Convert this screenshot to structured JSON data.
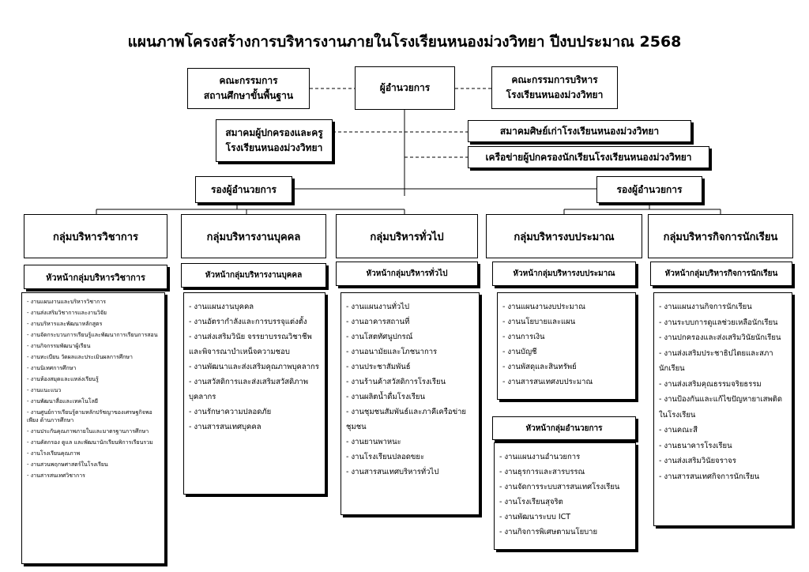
{
  "title": "แผนภาพโครงสร้างการบริหารงานภายในโรงเรียนหนองม่วงวิทยา ปีงบประมาณ 2568",
  "top": {
    "director": "ผู้อำนวยการ",
    "basic_board": [
      "คณะกรรมการ",
      "สถานศึกษาขั้นพื้นฐาน"
    ],
    "admin_board": [
      "คณะกรรมการบริหาร",
      "โรงเรียนหนองม่วงวิทยา"
    ],
    "parent_teacher": [
      "สมาคมผู้ปกครองและครู",
      "โรงเรียนหนองม่วงวิทยา"
    ],
    "alumni": "สมาคมศิษย์เก่าโรงเรียนหนองม่วงวิทยา",
    "parent_network": "เครือข่ายผู้ปกครองนักเรียนโรงเรียนหนองม่วงวิทยา",
    "deputy_left": "รองผู้อำนวยการ",
    "deputy_right": "รองผู้อำนวยการ"
  },
  "groups": [
    {
      "name": "กลุ่มบริหารวิชาการ",
      "head": "หัวหน้ากลุ่มบริหารวิชาการ",
      "items": [
        "- งานแผนงานและบริหารวิชาการ",
        "- งานส่งเสริมวิชาการและงานวิจัย",
        "- งานบริหารและพัฒนาหลักสูตร",
        "- งานจัดกระบวนการเรียนรู้และพัฒนาการเรียนการสอน",
        "- งานกิจกรรมพัฒนาผู้เรียน",
        "- งานทะเบียน วัดผลและประเมินผลการศึกษา",
        "- งานนิเทศการศึกษา",
        "- งานห้องสมุดและแหล่งเรียนรู้",
        "- งานแนะแนว",
        "- งานพัฒนาสื่อและเทคโนโลยี",
        "- งานศูนย์การเรียนรู้ตามหลักปรัชญาของเศรษฐกิจพอเพียง ด้านการศึกษา",
        "- งานประกันคุณภาพภายในและมาตรฐานการศึกษา",
        "- งานคัดกรอง ดูแล และพัฒนานักเรียนพิการเรียนรวม",
        "- งานโรงเรียนคุณภาพ",
        "- งานสวนพฤกษศาสตร์ในโรงเรียน",
        "- งานสารสนเทศวิชาการ"
      ]
    },
    {
      "name": "กลุ่มบริหารงานบุคคล",
      "head": "หัวหน้ากลุ่มบริหารงานบุคคล",
      "items": [
        "- งานแผนงานบุคคล",
        "- งานอัตรากำลังและการบรรจุแต่งตั้ง",
        "- งานส่งเสริมวินัย จรรยาบรรณวิชาชีพ และพิจารณาบำเหน็จความชอบ",
        "- งานพัฒนาและส่งเสริมคุณภาพบุคลากร",
        "- งานสวัสดิการและส่งเสริมสวัสดิภาพบุคลากร",
        "- งานรักษาความปลอดภัย",
        "- งานสารสนเทศบุคคล"
      ]
    },
    {
      "name": "กลุ่มบริหารทั่วไป",
      "head": "หัวหน้ากลุ่มบริหารทั่วไป",
      "items": [
        "- งานแผนงานทั่วไป",
        "- งานอาคารสถานที่",
        "- งานโสตทัศนูปกรณ์",
        "- งานอนามัยและโภชนาการ",
        "- งานประชาสัมพันธ์",
        "- งานร้านค้าสวัสดิการโรงเรียน",
        "- งานผลิตน้ำดื่มโรงเรียน",
        "- งานชุมชนสัมพันธ์และภาคีเครือข่ายชุมชน",
        "- งานยานพาหนะ",
        "- งานโรงเรียนปลอดขยะ",
        "- งานสารสนเทศบริหารทั่วไป"
      ]
    },
    {
      "name": "กลุ่มบริหารงบประมาณ",
      "head": "หัวหน้ากลุ่มบริหารงบประมาณ",
      "items": [
        "- งานแผนงานงบประมาณ",
        "- งานนโยบายและแผน",
        "- งานการเงิน",
        "- งานบัญชี",
        "- งานพัสดุและสินทรัพย์",
        "- งานสารสนเทศงบประมาณ"
      ]
    },
    {
      "name": "กลุ่มบริหารกิจการนักเรียน",
      "head": "หัวหน้ากลุ่มบริหารกิจการนักเรียน",
      "items": [
        "- งานแผนงานกิจการนักเรียน",
        "- งานระบบการดูแลช่วยเหลือนักเรียน",
        "- งานปกครองและส่งเสริมวินัยนักเรียน",
        "- งานส่งเสริมประชาธิปไตยและสภานักเรียน",
        "- งานส่งเสริมคุณธรรมจริยธรรม",
        "- งานป้องกันและแก้ไขปัญหายาเสพติดในโรงเรียน",
        "- งานคณะสี",
        "- งานธนาคารโรงเรียน",
        "- งานส่งเสริมวินัยจราจร",
        "- งานสารสนเทศกิจการนักเรียน"
      ]
    }
  ],
  "director_office": {
    "head": "หัวหน้ากลุ่มอำนวยการ",
    "items": [
      "- งานแผนงานอำนวยการ",
      "- งานธุรการและสารบรรณ",
      "- งานจัดการระบบสารสนเทศโรงเรียน",
      "- งานโรงเรียนสุจริต",
      "- งานพัฒนาระบบ ICT",
      "- งานกิจการพิเศษตามนโยบาย"
    ]
  }
}
